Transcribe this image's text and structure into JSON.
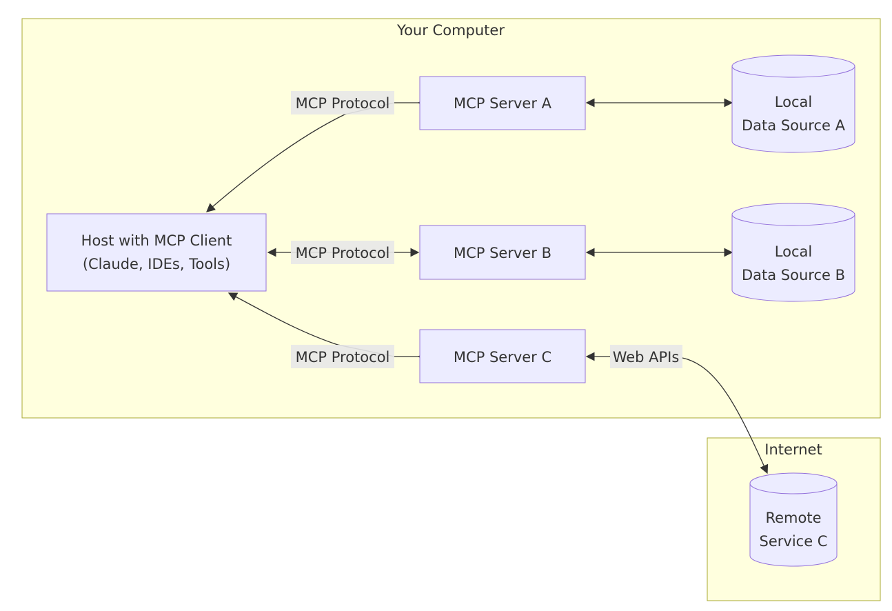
{
  "clusters": {
    "computer": {
      "label": "Your Computer"
    },
    "internet": {
      "label": "Internet"
    }
  },
  "nodes": {
    "host": {
      "line1": "Host with MCP Client",
      "line2": "(Claude, IDEs, Tools)"
    },
    "server_a": {
      "label": "MCP Server A"
    },
    "server_b": {
      "label": "MCP Server B"
    },
    "server_c": {
      "label": "MCP Server C"
    },
    "source_a": {
      "line1": "Local",
      "line2": "Data Source A"
    },
    "source_b": {
      "line1": "Local",
      "line2": "Data Source B"
    },
    "remote_c": {
      "line1": "Remote",
      "line2": "Service C"
    }
  },
  "edges": {
    "host_a": {
      "label": "MCP Protocol"
    },
    "host_b": {
      "label": "MCP Protocol"
    },
    "host_c": {
      "label": "MCP Protocol"
    },
    "c_remote": {
      "label": "Web APIs"
    }
  }
}
